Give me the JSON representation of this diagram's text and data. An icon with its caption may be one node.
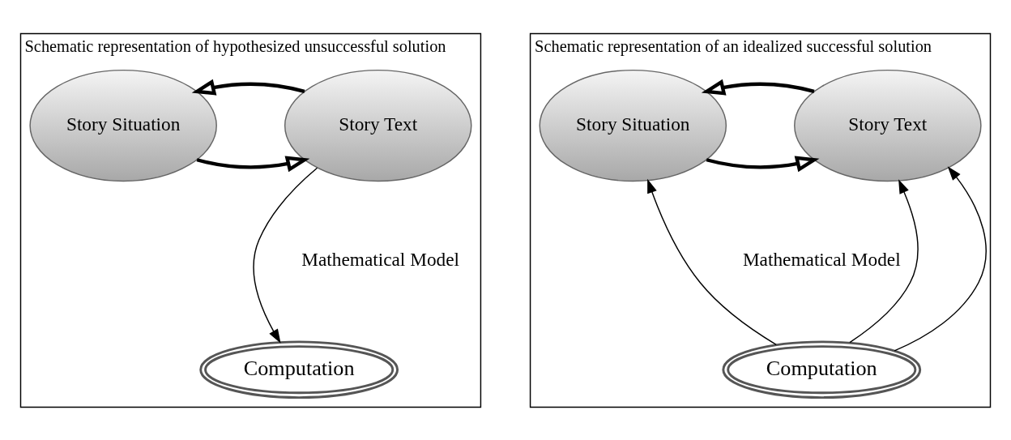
{
  "diagram": {
    "nodes": [
      {
        "text": [
          "Schematic representation of hypothesized unsuccessful solution"
        ]
      },
      {
        "text": [
          "Story Text"
        ],
        "in": 0
      },
      {
        "text": [
          "Story Situation"
        ],
        "in": 0
      },
      {
        "text": [
          "Computation"
        ],
        "in": 0
      },
      {
        "text": [
          "Schematic representation of an idealized successful solution"
        ]
      },
      {
        "text": [
          "Story Text"
        ],
        "in": 4
      },
      {
        "text": [
          "Story Situation"
        ],
        "in": 4
      },
      {
        "text": [
          "Computation"
        ],
        "in": 4
      }
    ],
    "edges": [
      {
        "from": 2,
        "to": 1,
        "arrow": "to",
        "style": "thick"
      },
      {
        "from": 1,
        "to": 2,
        "arrow": "to",
        "style": "thick"
      },
      {
        "from": 1,
        "to": 3,
        "arrow": "to"
      },
      {
        "from": 6,
        "to": 5,
        "arrow": "to",
        "style": "thick"
      },
      {
        "from": 5,
        "to": 6,
        "arrow": "to",
        "style": "thick"
      },
      {
        "from": 7,
        "to": 5,
        "arrow": "to"
      },
      {
        "from": 7,
        "to": 6,
        "arrow": "to"
      },
      {
        "from": 7,
        "to": 5,
        "arrow": "to"
      }
    ],
    "labels": [
      "Mathematical Model",
      "Mathematical Model"
    ]
  }
}
